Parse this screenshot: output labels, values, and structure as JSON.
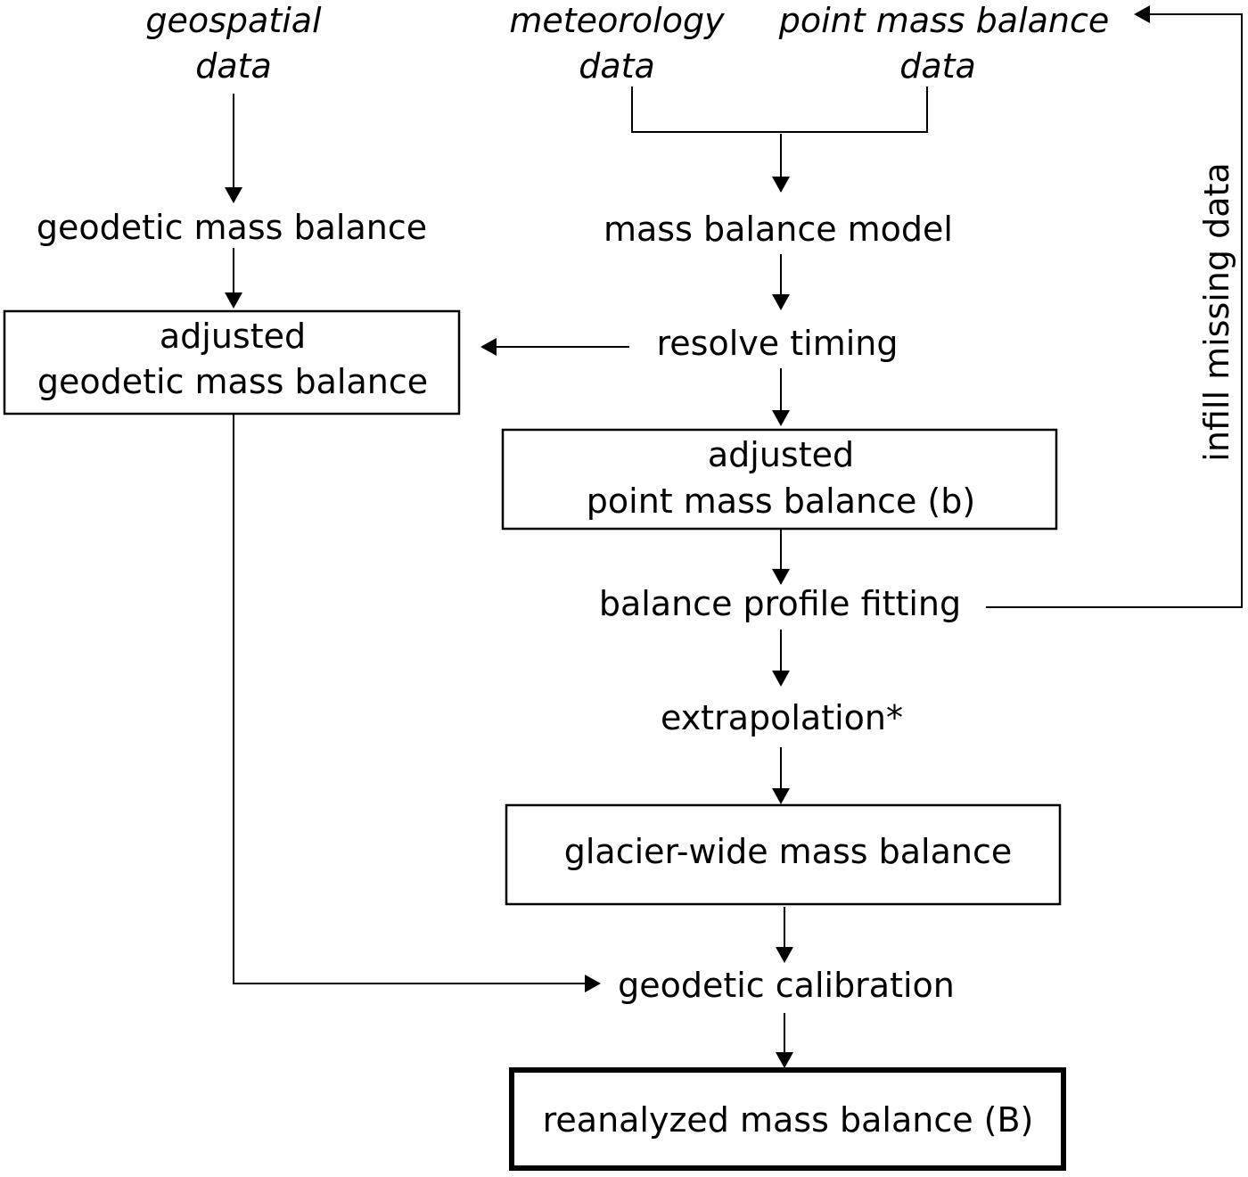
{
  "diagram": {
    "type": "flowchart",
    "nodes": {
      "geospatial_data": {
        "lines": [
          "geospatial",
          "data"
        ],
        "style": "italic"
      },
      "meteorology_data": {
        "lines": [
          "meteorology",
          "data"
        ],
        "style": "italic"
      },
      "point_mb_data": {
        "lines": [
          "point mass balance",
          "data"
        ],
        "style": "italic"
      },
      "geodetic_mb": {
        "lines": [
          "geodetic mass balance"
        ]
      },
      "mb_model": {
        "lines": [
          "mass balance model"
        ]
      },
      "resolve_timing": {
        "lines": [
          "resolve timing"
        ]
      },
      "adjusted_geodetic_mb": {
        "lines": [
          "adjusted",
          "geodetic mass balance"
        ],
        "boxed": true
      },
      "adjusted_point_mb": {
        "lines": [
          "adjusted",
          "point mass balance (b)"
        ],
        "boxed": true
      },
      "balance_profile_fitting": {
        "lines": [
          "balance profile fitting"
        ]
      },
      "extrapolation": {
        "lines": [
          "extrapolation*"
        ]
      },
      "glacier_wide_mb": {
        "lines": [
          "glacier-wide mass balance"
        ],
        "boxed": true
      },
      "geodetic_calibration": {
        "lines": [
          "geodetic calibration"
        ]
      },
      "reanalyzed_mb": {
        "lines": [
          "reanalyzed mass balance (B)"
        ],
        "boxed": true,
        "emphasis": "thick-border"
      }
    },
    "edge_labels": {
      "infill": "infill missing data"
    },
    "edges": [
      {
        "from": "geospatial_data",
        "to": "geodetic_mb"
      },
      {
        "from": "geodetic_mb",
        "to": "adjusted_geodetic_mb"
      },
      {
        "from": "meteorology_data",
        "to": "mb_model",
        "merge_with": "point_mb_data"
      },
      {
        "from": "point_mb_data",
        "to": "mb_model",
        "merge_with": "meteorology_data"
      },
      {
        "from": "mb_model",
        "to": "resolve_timing"
      },
      {
        "from": "resolve_timing",
        "to": "adjusted_geodetic_mb"
      },
      {
        "from": "resolve_timing",
        "to": "adjusted_point_mb"
      },
      {
        "from": "adjusted_point_mb",
        "to": "balance_profile_fitting"
      },
      {
        "from": "balance_profile_fitting",
        "to": "point_mb_data",
        "label": "infill missing data"
      },
      {
        "from": "balance_profile_fitting",
        "to": "extrapolation"
      },
      {
        "from": "extrapolation",
        "to": "glacier_wide_mb"
      },
      {
        "from": "glacier_wide_mb",
        "to": "geodetic_calibration"
      },
      {
        "from": "adjusted_geodetic_mb",
        "to": "geodetic_calibration"
      },
      {
        "from": "geodetic_calibration",
        "to": "reanalyzed_mb"
      }
    ]
  }
}
